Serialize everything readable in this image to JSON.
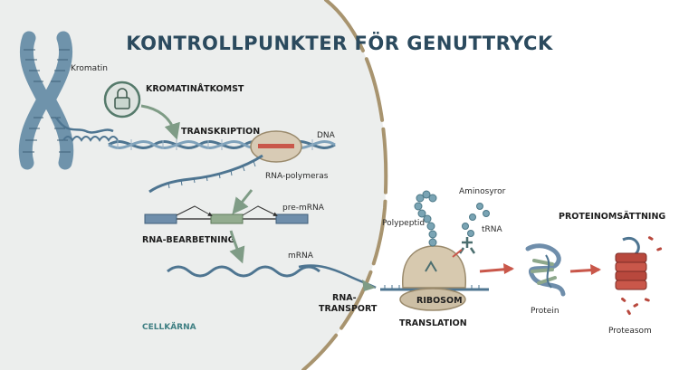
{
  "title": "KONTROLLPUNKTER FÖR GENUTTRYCK",
  "labels": {
    "kromatin": "Kromatin",
    "kromatinatkomst": "KROMATINÅTKOMST",
    "transkription": "TRANSKRIPTION",
    "dna": "DNA",
    "rna_polymeras": "RNA-polymeras",
    "pre_mrna": "pre-mRNA",
    "rna_bearbetning": "RNA-BEARBETNING",
    "mrna": "mRNA",
    "rna_transport_1": "RNA-",
    "rna_transport_2": "TRANSPORT",
    "cellkarna": "CELLKÄRNA",
    "polypeptid": "Polypeptid",
    "aminosyror": "Aminosyror",
    "trna": "tRNA",
    "ribosom": "RIBOSOM",
    "translation": "TRANSLATION",
    "protein": "Protein",
    "proteinomsattning": "PROTEINOMSÄTTNING",
    "proteasom": "Proteasom"
  },
  "colors": {
    "nucleus_fill": "#eceeed",
    "nucleus_border": "#a8946f",
    "chromosome": "#6f93ab",
    "dna": "#4e7591",
    "green_box": "#93ac8f",
    "blue_box": "#6f8eab",
    "ribosome": "#d7c9af",
    "arrow_green": "#7f9c86",
    "arrow_red": "#c9574a",
    "proteasome_red": "#b8483d",
    "title": "#2b4a5e"
  },
  "icons": [
    "lock-icon",
    "chromosome-icon",
    "rna-polymerase-icon",
    "ribosome-icon",
    "trna-icon",
    "protein-icon",
    "proteasome-icon"
  ]
}
